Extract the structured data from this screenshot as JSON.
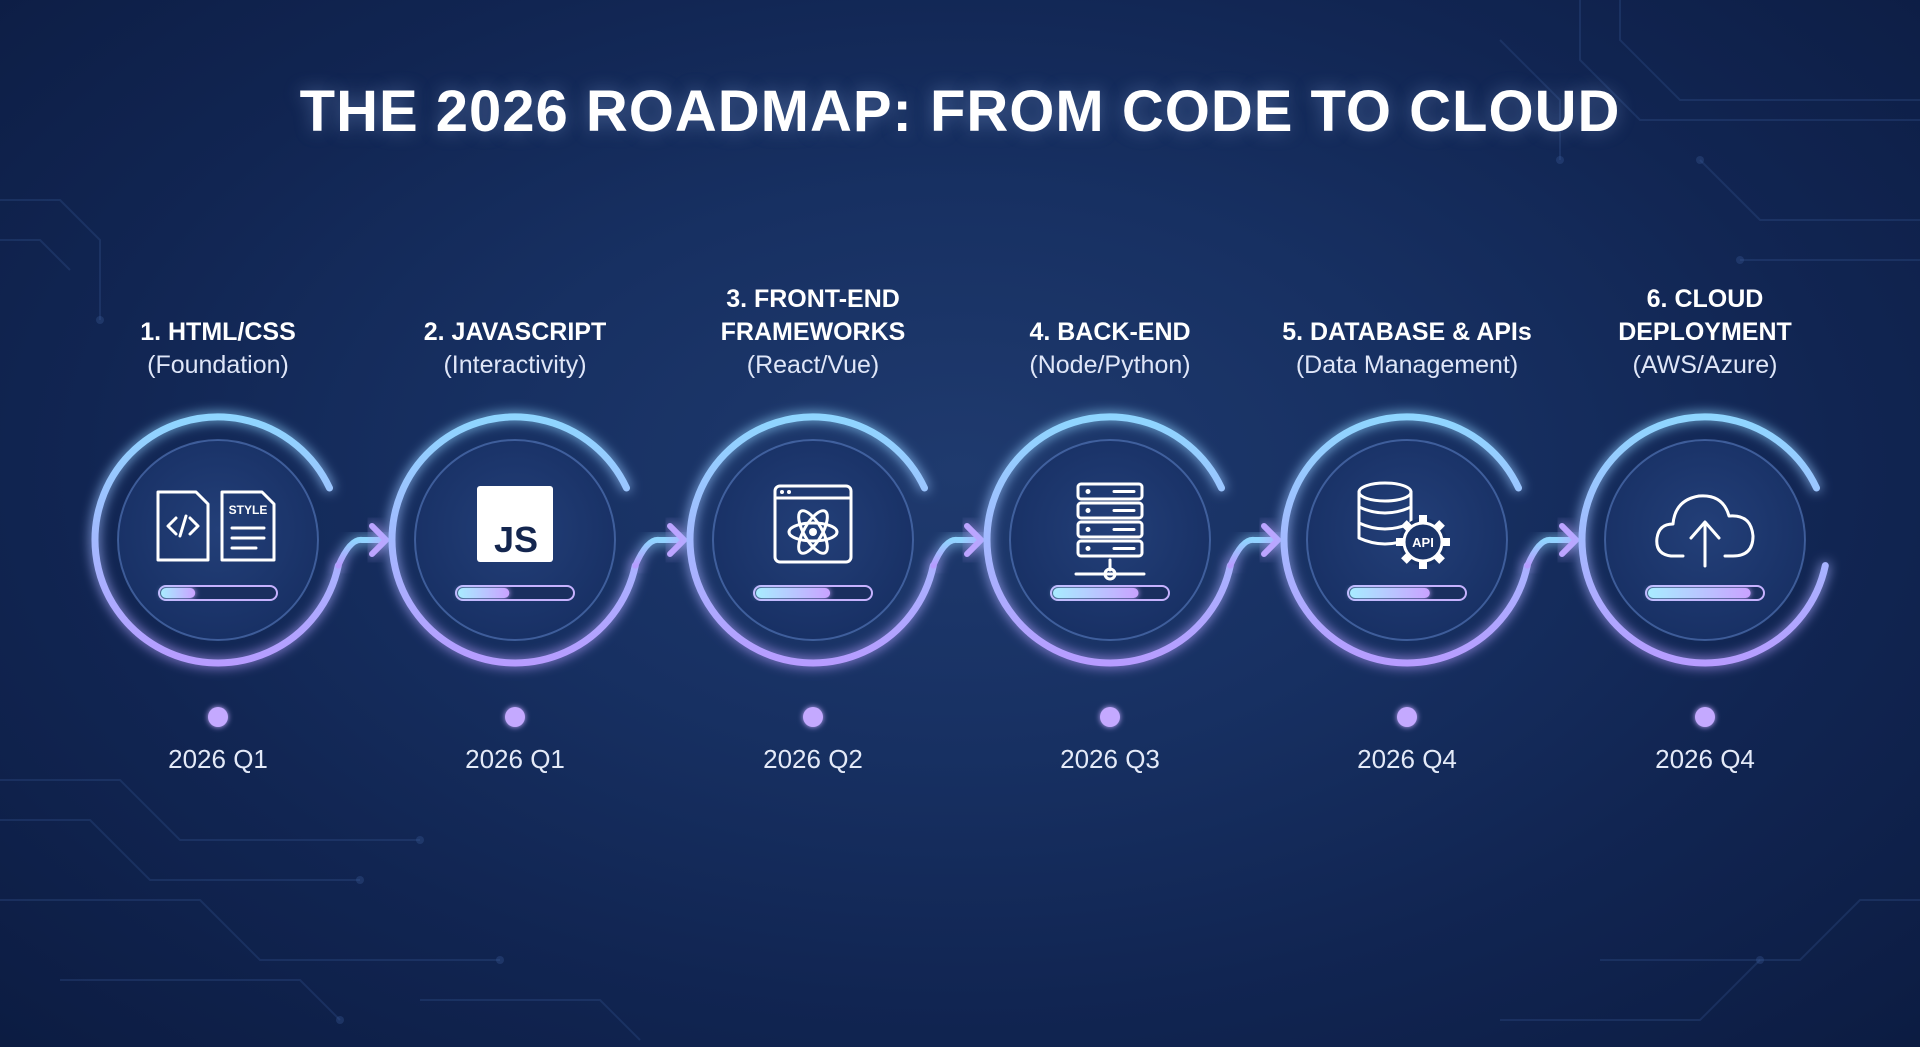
{
  "title": "THE 2026 ROADMAP: FROM CODE TO CLOUD",
  "colors": {
    "ring_start": "#8fd6ff",
    "ring_end": "#b79cff",
    "progress_start": "#9ee3ff",
    "progress_end": "#c39bff"
  },
  "stages": [
    {
      "title": "1. HTML/CSS",
      "subtitle": "(Foundation)",
      "date": "2026 Q1",
      "icon": "html-css-files-icon",
      "progress": 0.3
    },
    {
      "title": "2. JAVASCRIPT",
      "subtitle": "(Interactivity)",
      "date": "2026 Q1",
      "icon": "js-logo-icon",
      "progress": 0.45
    },
    {
      "title": "3. FRONT-END\nFRAMEWORKS",
      "subtitle": "(React/Vue)",
      "date": "2026 Q2",
      "icon": "react-atom-icon",
      "progress": 0.65
    },
    {
      "title": "4. BACK-END",
      "subtitle": "(Node/Python)",
      "date": "2026 Q3",
      "icon": "server-stack-icon",
      "progress": 0.75
    },
    {
      "title": "5. DATABASE & APIs",
      "subtitle": "(Data Management)",
      "date": "2026 Q4",
      "icon": "database-api-icon",
      "progress": 0.7
    },
    {
      "title": "6. CLOUD\nDEPLOYMENT",
      "subtitle": "(AWS/Azure)",
      "date": "2026 Q4",
      "icon": "cloud-upload-icon",
      "progress": 0.9
    }
  ],
  "icon_text": {
    "style": "STYLE",
    "js": "JS",
    "api": "API"
  }
}
